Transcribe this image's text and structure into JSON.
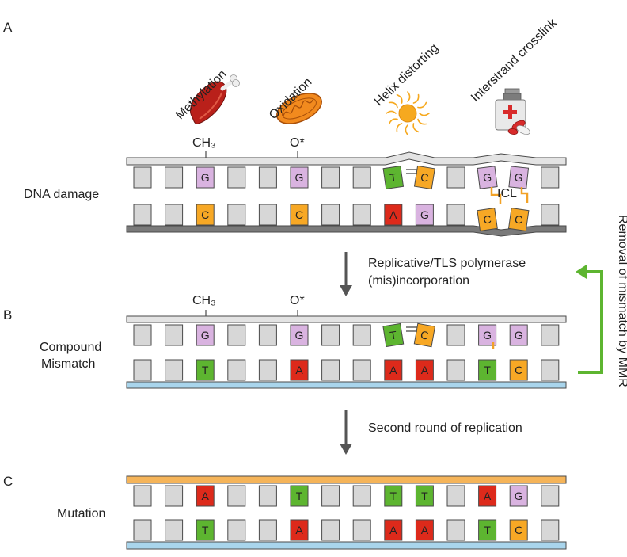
{
  "panels": [
    "A",
    "B",
    "C"
  ],
  "agents": [
    "Methylation",
    "Oxidation",
    "Helix distorting",
    "Interstrand crosslink"
  ],
  "row_labels": {
    "a": "DNA damage",
    "b_line1": "Compound",
    "b_line2": "Mismatch",
    "c": "Mutation"
  },
  "modifications": {
    "methyl": "CH₃",
    "oxidation": "O*",
    "crosslink": "ICL"
  },
  "steps": {
    "first_line1": "Replicative/TLS polymerase",
    "first_line2": "(mis)incorporation",
    "second": "Second round of replication"
  },
  "side_label": "Removal of mismatch by MMR",
  "colors": {
    "G": "#d9b3e0",
    "C": "#f7a825",
    "A": "#dd2a1b",
    "T": "#5db530",
    "plain": "#d7d7d7",
    "outline": "#4a4a4a",
    "strand_old": "#e3e3e3",
    "strand_dark": "#7a7a7a",
    "strand_new": "#a9d5ec",
    "strand_orange": "#f5b459",
    "mmr_arrow": "#5db530"
  },
  "rows": {
    "A": {
      "top": [
        "",
        "",
        "G",
        "",
        "",
        "G",
        "",
        "",
        "T",
        "C",
        "",
        "G",
        "G",
        ""
      ],
      "bottom": [
        "",
        "",
        "C",
        "",
        "",
        "C",
        "",
        "",
        "A",
        "G",
        "",
        "C",
        "C",
        ""
      ]
    },
    "B": {
      "top": [
        "",
        "",
        "G",
        "",
        "",
        "G",
        "",
        "",
        "T",
        "C",
        "",
        "G",
        "G",
        ""
      ],
      "bottom": [
        "",
        "",
        "T",
        "",
        "",
        "A",
        "",
        "",
        "A",
        "A",
        "",
        "T",
        "C",
        ""
      ]
    },
    "C": {
      "top": [
        "",
        "",
        "A",
        "",
        "",
        "T",
        "",
        "",
        "T",
        "T",
        "",
        "A",
        "G",
        ""
      ],
      "bottom": [
        "",
        "",
        "T",
        "",
        "",
        "A",
        "",
        "",
        "A",
        "A",
        "",
        "T",
        "C",
        ""
      ]
    }
  },
  "icons": [
    "meat-icon",
    "mitochondrion-icon",
    "sun-icon",
    "medicine-bottle-icon"
  ]
}
